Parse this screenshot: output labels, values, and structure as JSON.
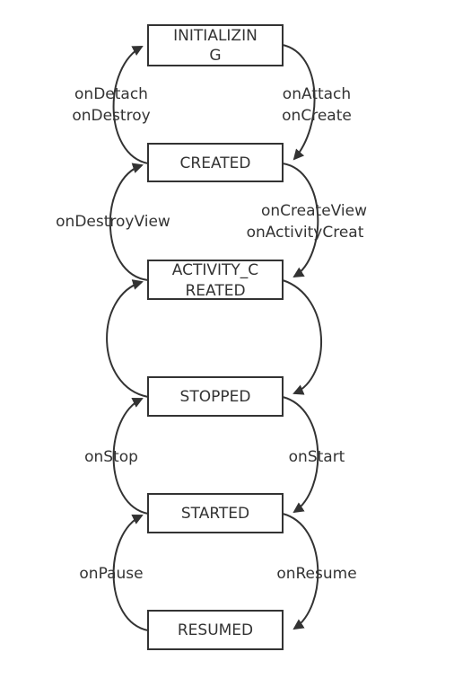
{
  "states": {
    "initializing": {
      "line1": "INITIALIZIN",
      "line2": "G"
    },
    "created": {
      "label": "CREATED"
    },
    "activity_created": {
      "line1": "ACTIVITY_C",
      "line2": "REATED"
    },
    "stopped": {
      "label": "STOPPED"
    },
    "started": {
      "label": "STARTED"
    },
    "resumed": {
      "label": "RESUMED"
    }
  },
  "transitions": {
    "on_detach": "onDetach",
    "on_destroy": "onDestroy",
    "on_attach": "onAttach",
    "on_create": "onCreate",
    "on_destroy_view": "onDestroyView",
    "on_create_view": "onCreateView",
    "on_activity_created": "onActivityCreat",
    "on_stop": "onStop",
    "on_start": "onStart",
    "on_pause": "onPause",
    "on_resume": "onResume"
  }
}
